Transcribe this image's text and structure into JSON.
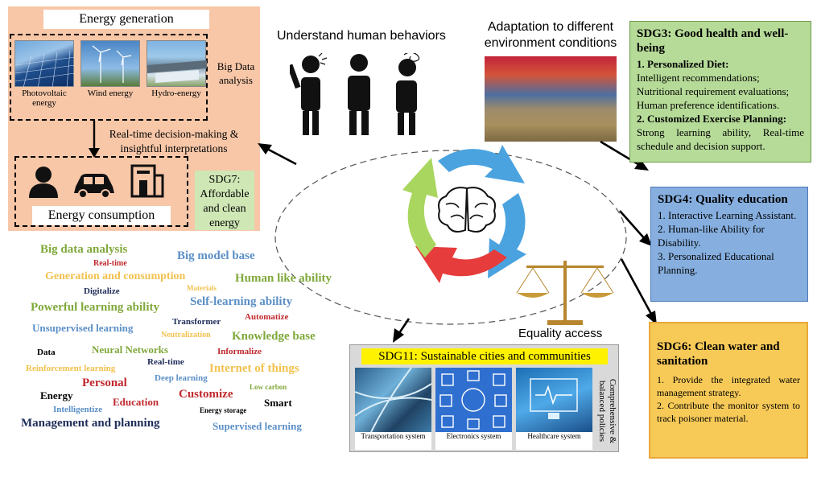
{
  "energy": {
    "generation_title": "Energy generation",
    "sources": [
      {
        "label": "Photovoltaic energy"
      },
      {
        "label": "Wind energy"
      },
      {
        "label": "Hydro-energy"
      }
    ],
    "big_data": "Big Data analysis",
    "decision_line1": "Real-time decision-making &",
    "decision_line2": "insightful interpretations",
    "consumption_title": "Energy consumption",
    "sdg7": "SDG7: Affordable and clean energy"
  },
  "center": {
    "behaviors": "Understand human behaviors",
    "adaptation_line1": "Adaptation to different",
    "adaptation_line2": "environment conditions",
    "equality": "Equality access"
  },
  "sdg3": {
    "title": "SDG3: Good health and well-being",
    "sub1": "1. Personalized Diet:",
    "lines1": [
      "Intelligent recommendations;",
      "Nutritional requirement evaluations;",
      "Human preference identifications."
    ],
    "sub2": "2. Customized Exercise Planning:",
    "body2": "Strong learning ability, Real-time schedule and decision support."
  },
  "sdg4": {
    "title": "SDG4: Quality education",
    "items": [
      "1. Interactive Learning Assistant.",
      "2. Human-like Ability for Disability.",
      "3. Personalized Educational Planning."
    ]
  },
  "sdg6": {
    "title": "SDG6: Clean water and sanitation",
    "items": [
      "1. Provide the integrated water management strategy.",
      "2. Contribute the monitor system to track poisoner material."
    ]
  },
  "sdg11": {
    "title": "SDG11: Sustainable cities and communities",
    "tiles": [
      "Transportation system",
      "Electronics system",
      "Healthcare system"
    ],
    "side": "Comprehensive & balanced policies"
  },
  "words": [
    "Big data analysis",
    "Real-time",
    "Big model base",
    "Generation and consumption",
    "Materials",
    "Human like ability",
    "Digitalize",
    "Self-learning ability",
    "Powerful learning ability",
    "Transformer",
    "Automatize",
    "Unsupervised learning",
    "Neutralization",
    "Knowledge base",
    "Data",
    "Neural Networks",
    "Informalize",
    "Real-time",
    "Reinforcement learning",
    "Internet of things",
    "Deep learning",
    "Personal",
    "Low carbon",
    "Energy",
    "Customize",
    "Education",
    "Smart",
    "Intelligentize",
    "Energy storage",
    "Management and planning",
    "Supervised learning"
  ],
  "colors": {
    "green": "#7fa83a",
    "blue": "#5b8fc7",
    "orange": "#f2c14e",
    "red": "#c0282d",
    "navy": "#1f2d5a"
  }
}
